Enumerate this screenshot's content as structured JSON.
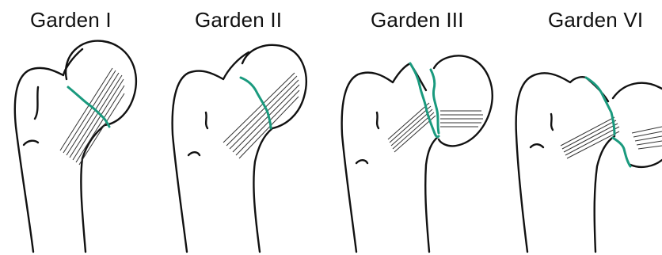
{
  "figure": {
    "accent_color": "#1a9a7e",
    "line_color": "#111111",
    "stages": [
      {
        "label": "Garden I"
      },
      {
        "label": "Garden II"
      },
      {
        "label": "Garden III"
      },
      {
        "label": "Garden VI"
      }
    ]
  }
}
